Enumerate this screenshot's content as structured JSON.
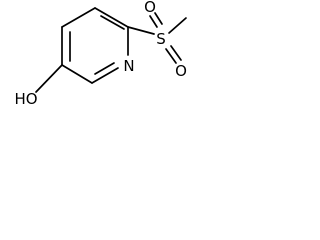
{
  "molecule": {
    "atoms": {
      "ring_nitrogen": "N",
      "sulfur": "S",
      "sulfonyl_oxygen_top": "O",
      "sulfonyl_oxygen_bottom": "O",
      "hydroxyl": "HO"
    },
    "colors": {
      "bond": "#000000",
      "label": "#000000",
      "background": "#ffffff"
    }
  }
}
